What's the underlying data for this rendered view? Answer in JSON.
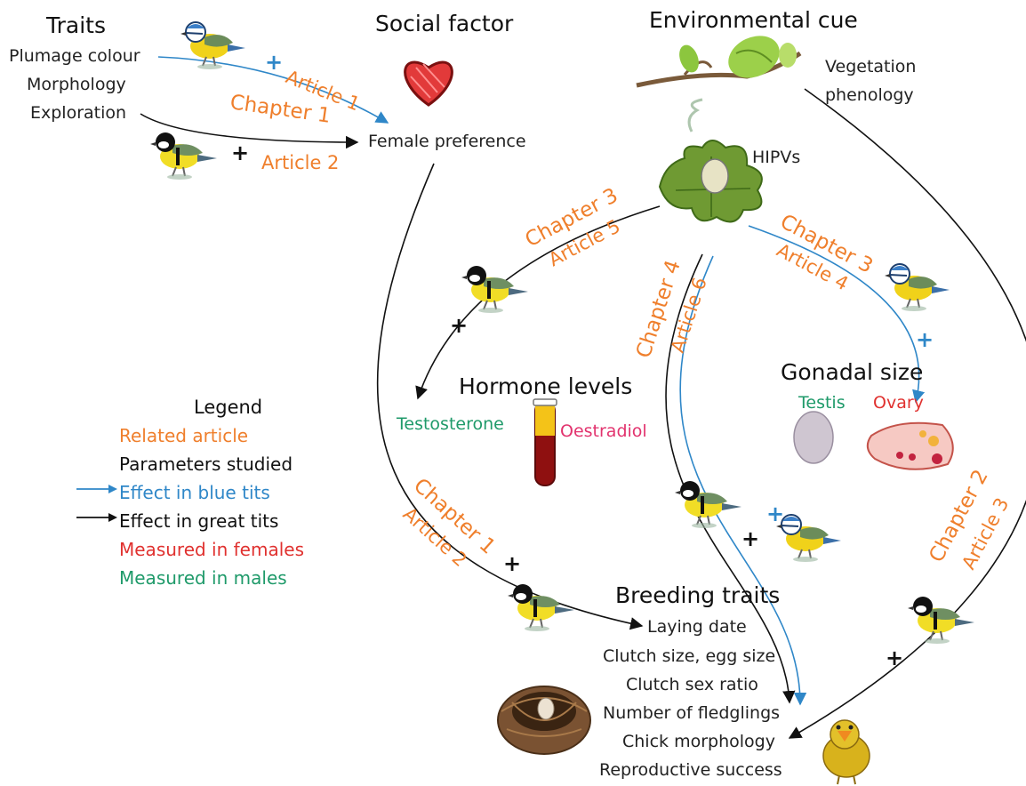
{
  "headings": {
    "traits": "Traits",
    "social_factor": "Social factor",
    "environmental_cue": "Environmental cue",
    "hormone_levels": "Hormone levels",
    "gonadal_size": "Gonadal size",
    "breeding_traits": "Breeding traits"
  },
  "traits_list": [
    "Plumage colour",
    "Morphology",
    "Exploration"
  ],
  "female_preference": "Female preference",
  "vegetation": [
    "Vegetation",
    "phenology"
  ],
  "hipvs": "HIPVs",
  "hormones": {
    "testosterone": "Testosterone",
    "oestradiol": "Oestradiol"
  },
  "gonads": {
    "testis": "Testis",
    "ovary": "Ovary"
  },
  "breeding_list": [
    "Laying date",
    "Clutch size, egg size",
    "Clutch sex ratio",
    "Number of fledglings",
    "Chick morphology",
    "Reproductive success"
  ],
  "article_labels": {
    "chapter1_top": "Chapter 1",
    "article1": "Article 1",
    "article2_top": "Article 2",
    "chapter3_left": "Chapter 3",
    "article5": "Article 5",
    "chapter4": "Chapter 4",
    "article6": "Article 6",
    "chapter3_right": "Chapter 3",
    "article4": "Article 4",
    "chapter1_bottom": "Chapter 1",
    "article2_bottom": "Article 2",
    "chapter2": "Chapter 2",
    "article3": "Article 3"
  },
  "signs": {
    "plus": "+"
  },
  "legend": {
    "title": "Legend",
    "related_article": "Related article",
    "parameters_studied": "Parameters studied",
    "effect_blue_tits": "Effect in blue tits",
    "effect_great_tits": "Effect in great tits",
    "measured_females": "Measured in females",
    "measured_males": "Measured in males"
  },
  "colors": {
    "orange": "#ef7f2c",
    "blue": "#2f87c8",
    "black": "#111111",
    "red": "#e0312f",
    "green": "#1f9a6a",
    "pink": "#e2336e"
  },
  "icons": [
    "blue-tit-icon",
    "great-tit-icon",
    "heart-icon",
    "budding-branch-icon",
    "oak-leaf-icon",
    "blood-tube-icon",
    "egg-icon",
    "ovary-icon",
    "nest-icon",
    "chick-icon"
  ]
}
